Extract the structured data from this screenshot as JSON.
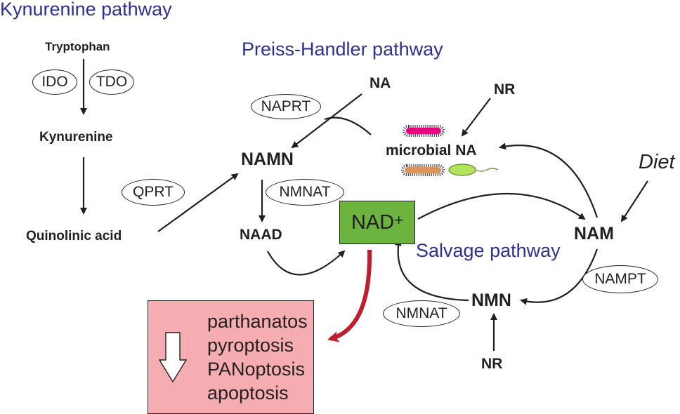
{
  "titles": {
    "kynurenine": "Kynurenine pathway",
    "preiss_handler": "Preiss-Handler pathway",
    "salvage": "Salvage pathway"
  },
  "metabolites": {
    "tryptophan": "Tryptophan",
    "kynurenine": "Kynurenine",
    "quinolinic_acid": "Quinolinic acid",
    "namn": "NAMN",
    "naad": "NAAD",
    "na": "NA",
    "nr_top": "NR",
    "microbial_na": "microbial NA",
    "nam": "NAM",
    "nmn": "NMN",
    "nr_bottom": "NR",
    "diet": "Diet"
  },
  "nad": {
    "base": "NAD",
    "superscript": "+"
  },
  "enzymes": {
    "ido": "IDO",
    "tdo": "TDO",
    "naprt": "NAPRT",
    "qprt": "QPRT",
    "nmnat_top": "NMNAT",
    "nampt": "NAMPT",
    "nmnat_bottom": "NMNAT"
  },
  "outcomes": [
    "parthanatos",
    "pyroptosis",
    "PANoptosis",
    "apoptosis"
  ],
  "colors": {
    "title_blue": "#2e3192",
    "nad_green": "#6db33f",
    "outcome_pink": "#f6adb2",
    "red_arrow": "#be1e2d",
    "line": "#231f20",
    "bacterium_magenta": "#e6007e",
    "bacterium_tan": "#d9955b",
    "bacterium_green": "#b5e35b"
  }
}
